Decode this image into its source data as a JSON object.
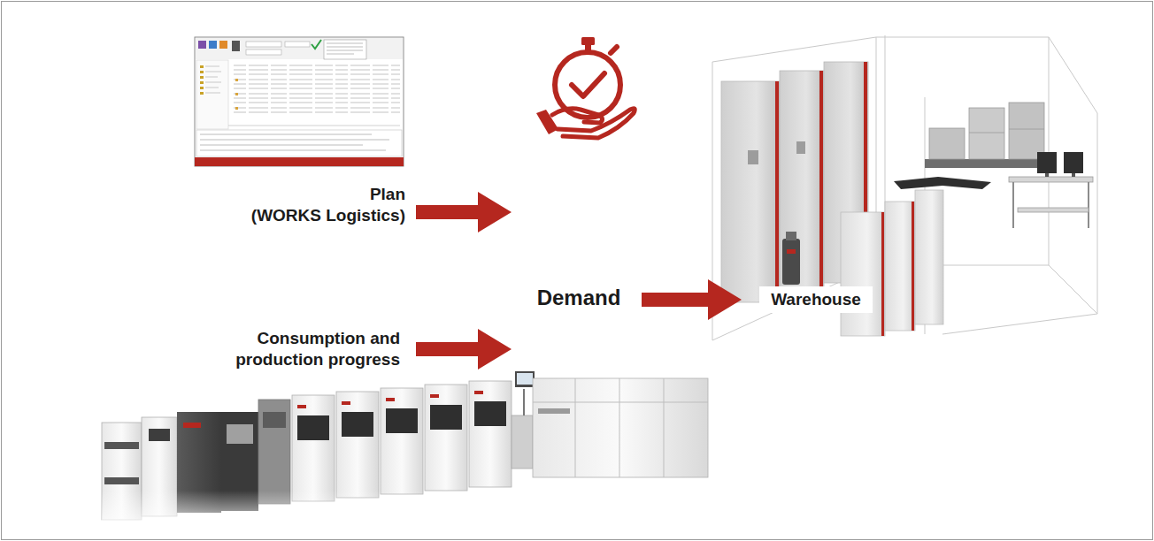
{
  "diagram": {
    "nodes": [
      {
        "text": [
          "Plan (WORKS Logistics)"
        ]
      },
      {
        "text": [
          "Demand"
        ]
      },
      {
        "text": [
          "Warehouse"
        ]
      },
      {
        "text": [
          "Consumption and production progress"
        ]
      }
    ],
    "edges": [
      {
        "from": 0,
        "to": 1,
        "arrow": "to"
      },
      {
        "from": 3,
        "to": 1,
        "arrow": "to"
      },
      {
        "from": 1,
        "to": 2,
        "arrow": "to"
      }
    ]
  }
}
